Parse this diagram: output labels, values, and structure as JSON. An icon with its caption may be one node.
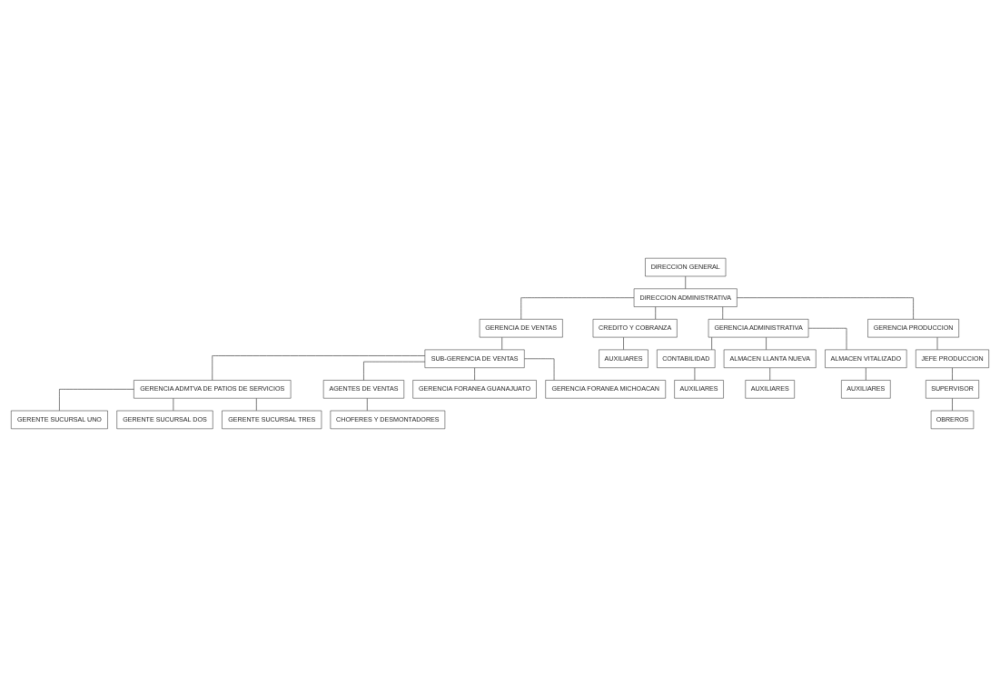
{
  "diagram": {
    "nodes": [
      {
        "text": [
          "DIRECCION GENERAL"
        ]
      },
      {
        "text": [
          "DIRECCION ADMINISTRATIVA"
        ]
      },
      {
        "text": [
          "GERENCIA DE VENTAS"
        ]
      },
      {
        "text": [
          "CREDITO Y COBRANZA"
        ]
      },
      {
        "text": [
          "GERENCIA ADMINISTRATIVA"
        ]
      },
      {
        "text": [
          "GERENCIA PRODUCCION"
        ]
      },
      {
        "text": [
          "AUXILIARES"
        ]
      },
      {
        "text": [
          "SUB-GERENCIA DE VENTAS"
        ]
      },
      {
        "text": [
          "CONTABILIDAD"
        ]
      },
      {
        "text": [
          "ALMACEN LLANTA NUEVA"
        ]
      },
      {
        "text": [
          "ALMACEN VITALIZADO"
        ]
      },
      {
        "text": [
          "JEFE PRODUCCION"
        ]
      },
      {
        "text": [
          "GERENCIA ADMTVA DE PATIOS DE SERVICIOS"
        ]
      },
      {
        "text": [
          "AGENTES DE VENTAS"
        ]
      },
      {
        "text": [
          "GERENCIA FORANEA GUANAJUATO"
        ]
      },
      {
        "text": [
          "GERENCIA FORANEA MICHOACAN"
        ]
      },
      {
        "text": [
          "AUXILIARES"
        ]
      },
      {
        "text": [
          "AUXILIARES"
        ]
      },
      {
        "text": [
          "AUXILIARES"
        ]
      },
      {
        "text": [
          "SUPERVISOR"
        ]
      },
      {
        "text": [
          "GERENTE SUCURSAL UNO"
        ]
      },
      {
        "text": [
          "GERENTE SUCURSAL DOS"
        ]
      },
      {
        "text": [
          "GERENTE SUCURSAL TRES"
        ]
      },
      {
        "text": [
          "OBREROS"
        ]
      },
      {
        "text": [
          "CHOFERES Y DESMONTADORES"
        ]
      }
    ],
    "edges": [
      {
        "from": 0,
        "to": 1,
        "arrow": "none"
      },
      {
        "from": 1,
        "to": 2,
        "arrow": "none"
      },
      {
        "from": 1,
        "to": 3,
        "arrow": "none"
      },
      {
        "from": 1,
        "to": 4,
        "arrow": "none"
      },
      {
        "from": 1,
        "to": 5,
        "arrow": "none"
      },
      {
        "from": 3,
        "to": 6,
        "arrow": "none"
      },
      {
        "from": 2,
        "to": 7,
        "arrow": "none"
      },
      {
        "from": 4,
        "to": 8,
        "arrow": "none"
      },
      {
        "from": 4,
        "to": 9,
        "arrow": "none"
      },
      {
        "from": 4,
        "to": 10,
        "arrow": "none"
      },
      {
        "from": 5,
        "to": 11,
        "arrow": "none"
      },
      {
        "from": 7,
        "to": 12,
        "arrow": "none"
      },
      {
        "from": 7,
        "to": 13,
        "arrow": "none"
      },
      {
        "from": 7,
        "to": 14,
        "arrow": "none"
      },
      {
        "from": 7,
        "to": 15,
        "arrow": "none"
      },
      {
        "from": 8,
        "to": 16,
        "arrow": "none"
      },
      {
        "from": 9,
        "to": 17,
        "arrow": "none"
      },
      {
        "from": 10,
        "to": 18,
        "arrow": "none"
      },
      {
        "from": 11,
        "to": 19,
        "arrow": "none"
      },
      {
        "from": 12,
        "to": 20,
        "arrow": "none"
      },
      {
        "from": 12,
        "to": 21,
        "arrow": "none"
      },
      {
        "from": 12,
        "to": 22,
        "arrow": "none"
      },
      {
        "from": 19,
        "to": 23,
        "arrow": "none"
      },
      {
        "from": 13,
        "to": 24,
        "arrow": "none"
      }
    ]
  }
}
